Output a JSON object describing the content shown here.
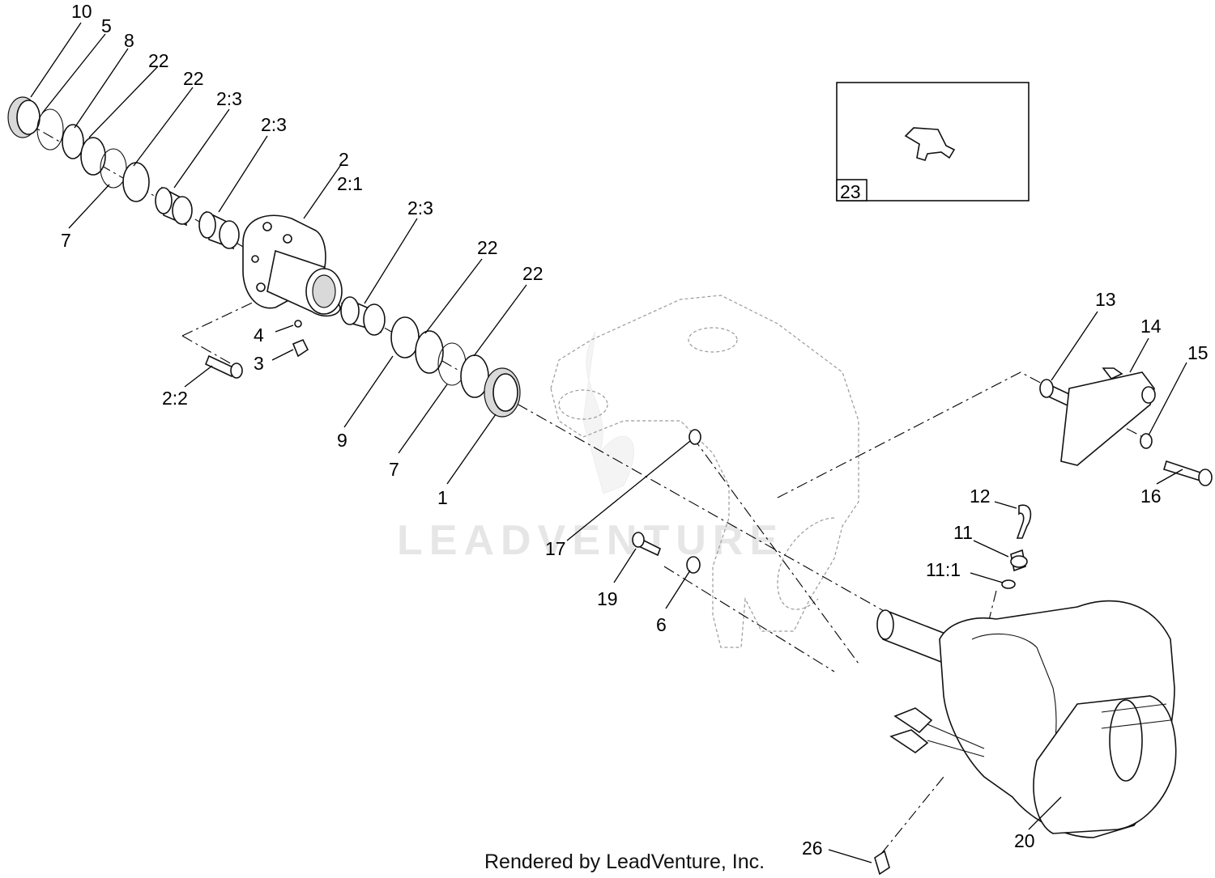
{
  "watermark": "LEADVENTURE",
  "footer": "Rendered by LeadVenture, Inc.",
  "inset_label": "23",
  "labels": {
    "l10": "10",
    "l5": "5",
    "l8": "8",
    "l22a": "22",
    "l22b": "22",
    "l23a": "2:3",
    "l23b": "2:3",
    "l2": "2",
    "l21": "2:1",
    "l7a": "7",
    "l4": "4",
    "l3": "3",
    "l22": "2:2",
    "l23c": "2:3",
    "l22c": "22",
    "l22d": "22",
    "l9": "9",
    "l7b": "7",
    "l1": "1",
    "l17": "17",
    "l19": "19",
    "l6": "6",
    "l13": "13",
    "l14": "14",
    "l15": "15",
    "l16": "16",
    "l12": "12",
    "l11": "11",
    "l111": "11:1",
    "l20": "20",
    "l26": "26"
  }
}
